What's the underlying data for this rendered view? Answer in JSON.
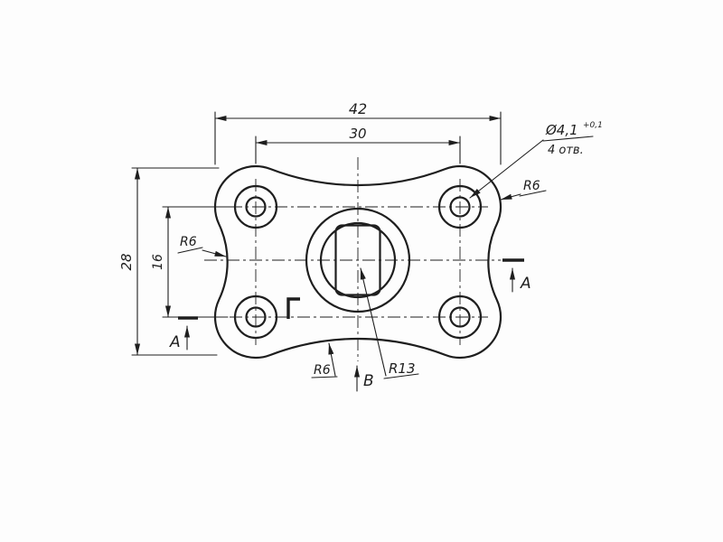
{
  "drawing": {
    "paper_color": "#fdfdfd",
    "ink_color": "#1e1e1e",
    "dimensions": {
      "overall_width": "42",
      "hole_pitch_horizontal": "30",
      "overall_height": "28",
      "hole_pitch_vertical": "16"
    },
    "callouts": {
      "hole_diameter": "Ø4,1",
      "hole_diameter_tolerance": "+0,1",
      "hole_count_note": "4 отв.",
      "fillet_radius": "R6",
      "center_radius": "R13",
      "section_label": "A",
      "view_label": "B"
    }
  }
}
